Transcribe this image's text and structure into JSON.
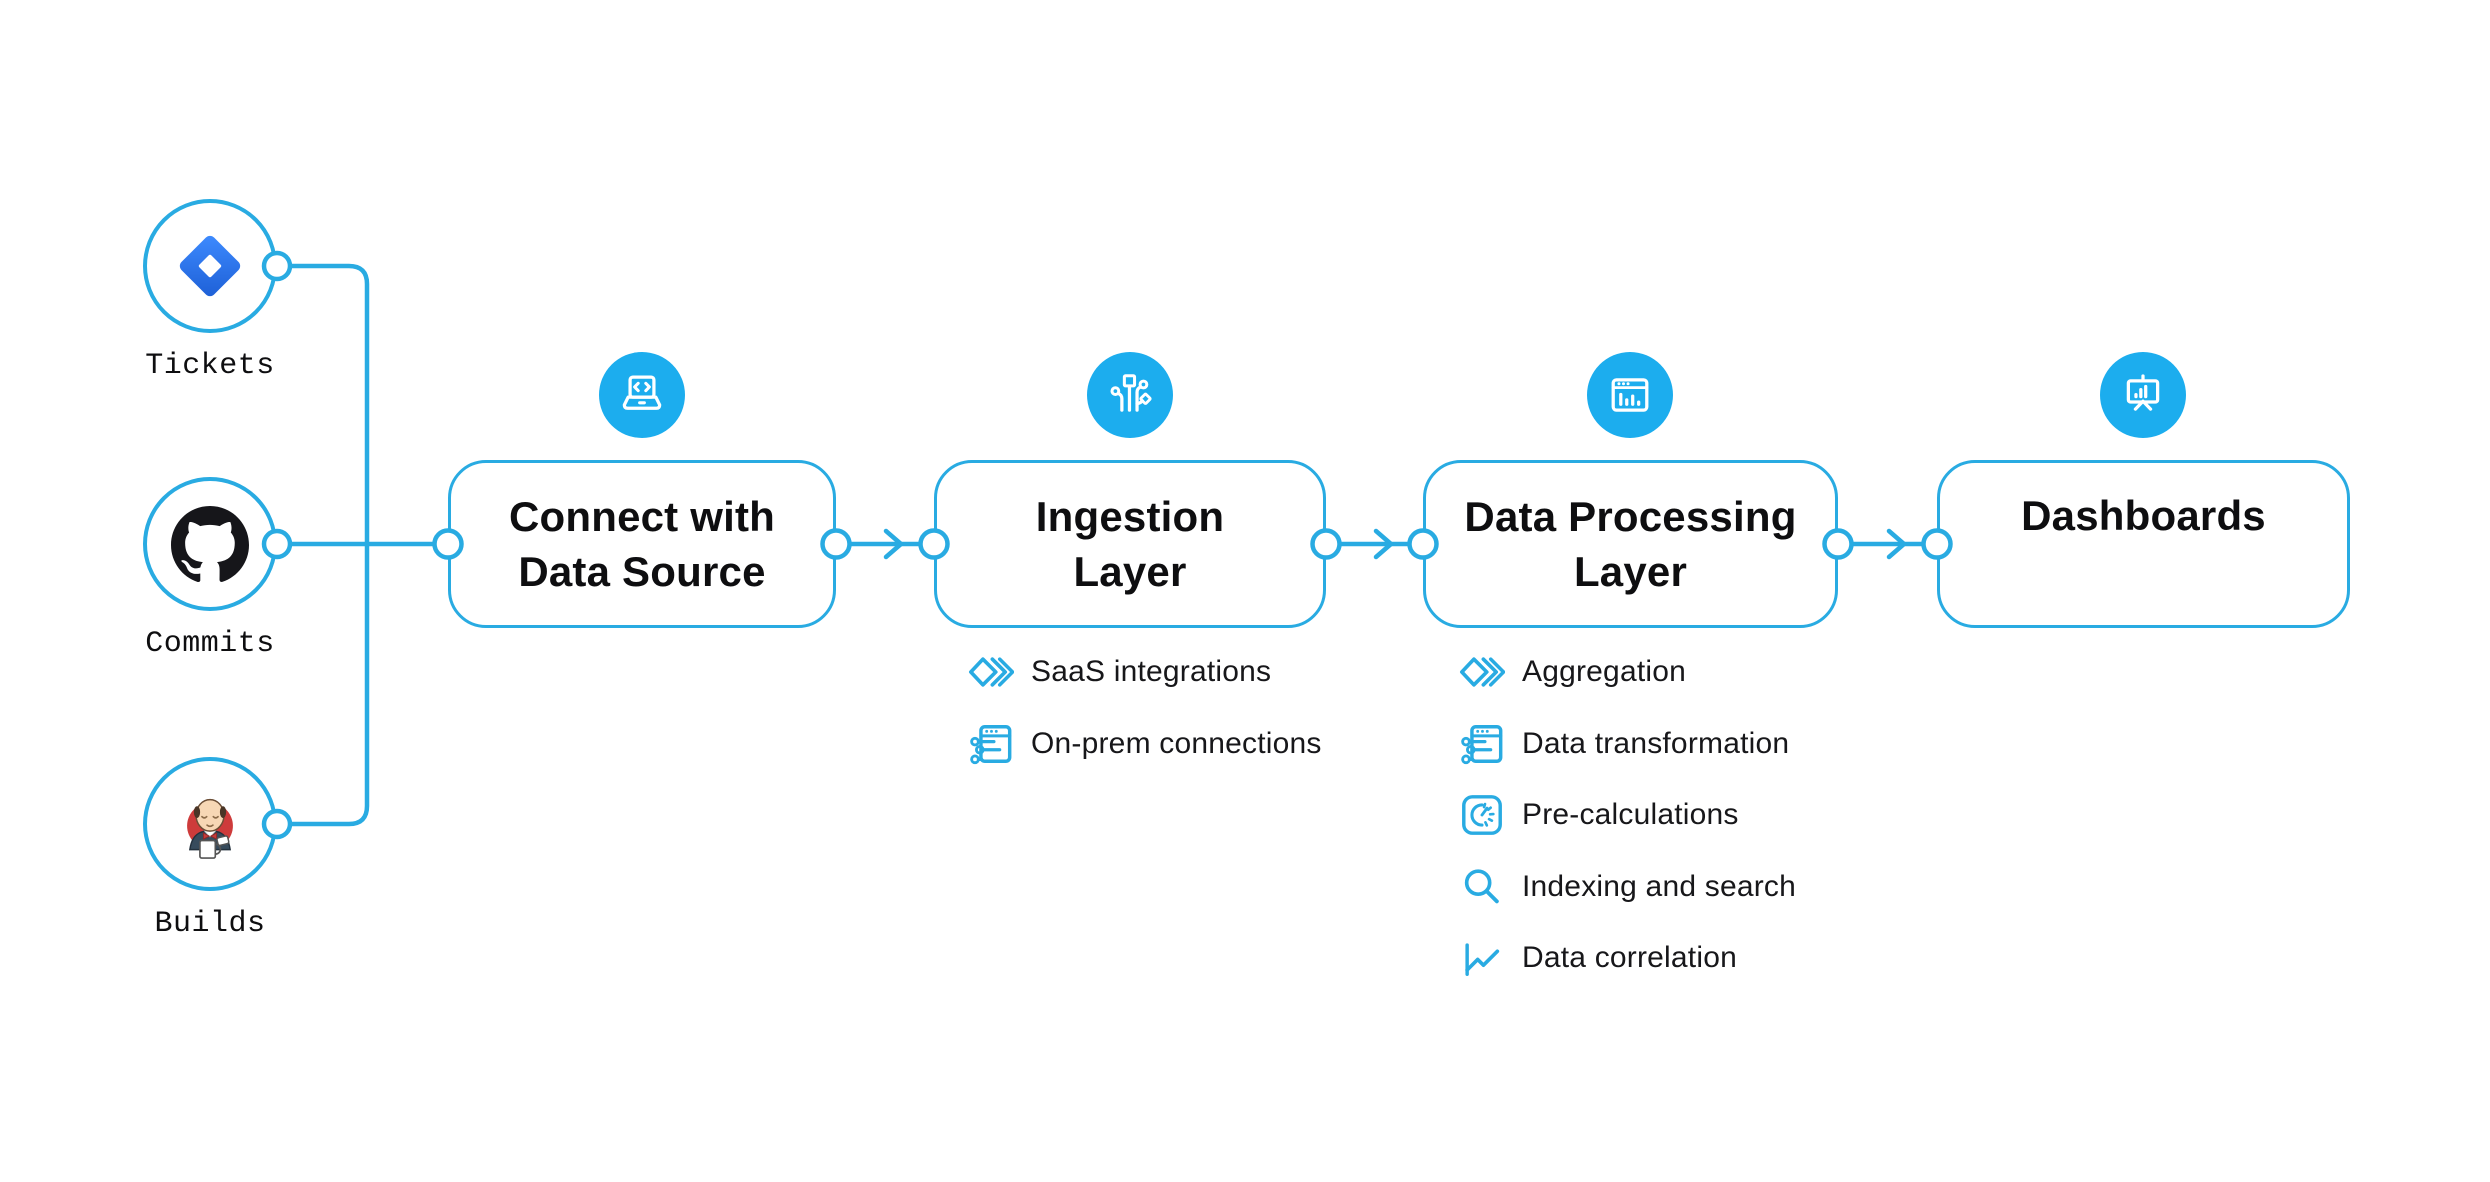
{
  "colors": {
    "accent": "#29ABE2",
    "badge_fill": "#1CADEE",
    "text_dark": "#0E0E10",
    "github_black": "#16161A",
    "jenkins_red": "#CE3B3B",
    "jira_gradient_start": "#3E8BFF",
    "jira_gradient_end": "#1D5FD6"
  },
  "sources": [
    {
      "label": "Tickets",
      "icon": "jira-icon"
    },
    {
      "label": "Commits",
      "icon": "github-icon"
    },
    {
      "label": "Builds",
      "icon": "jenkins-icon"
    }
  ],
  "stages": [
    {
      "title": "Connect with\nData Source",
      "icon": "laptop-code-icon",
      "features": []
    },
    {
      "title": "Ingestion\nLayer",
      "icon": "circuit-icon",
      "features": [
        {
          "label": "SaaS integrations",
          "icon": "layers-icon"
        },
        {
          "label": "On-prem connections",
          "icon": "window-connections-icon"
        }
      ]
    },
    {
      "title": "Data Processing\nLayer",
      "icon": "window-chart-icon",
      "features": [
        {
          "label": "Aggregation",
          "icon": "layers-icon"
        },
        {
          "label": "Data transformation",
          "icon": "window-connections-icon"
        },
        {
          "label": "Pre-calculations",
          "icon": "gauge-icon"
        },
        {
          "label": "Indexing and search",
          "icon": "search-icon"
        },
        {
          "label": "Data correlation",
          "icon": "line-chart-icon"
        }
      ]
    },
    {
      "title": "Dashboards",
      "icon": "presentation-chart-icon",
      "features": []
    }
  ]
}
